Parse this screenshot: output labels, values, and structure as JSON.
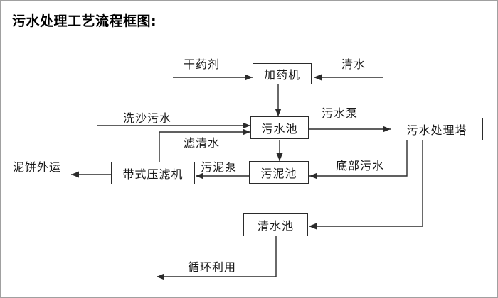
{
  "title": "污水处理工艺流程框图:",
  "colors": {
    "background": "#ffffff",
    "line": "#2b2b2b",
    "text": "#1a1a1a"
  },
  "diagram": {
    "nodes": {
      "dosing_machine": "加药机",
      "sewage_pool": "污水池",
      "treatment_tower": "污水处理塔",
      "belt_filter_press": "带式压滤机",
      "sludge_pool": "污泥池",
      "clean_water_pool": "清水池"
    },
    "edge_labels": {
      "dry_agent": "干药剂",
      "clean_water": "清水",
      "sand_washing_sewage": "洗沙污水",
      "filtered_water": "滤清水",
      "sewage_pump": "污水泵",
      "bottom_sewage": "底部污水",
      "sludge_pump": "污泥泵",
      "mud_cake_out": "泥饼外运",
      "recycle_use": "循环利用"
    }
  }
}
